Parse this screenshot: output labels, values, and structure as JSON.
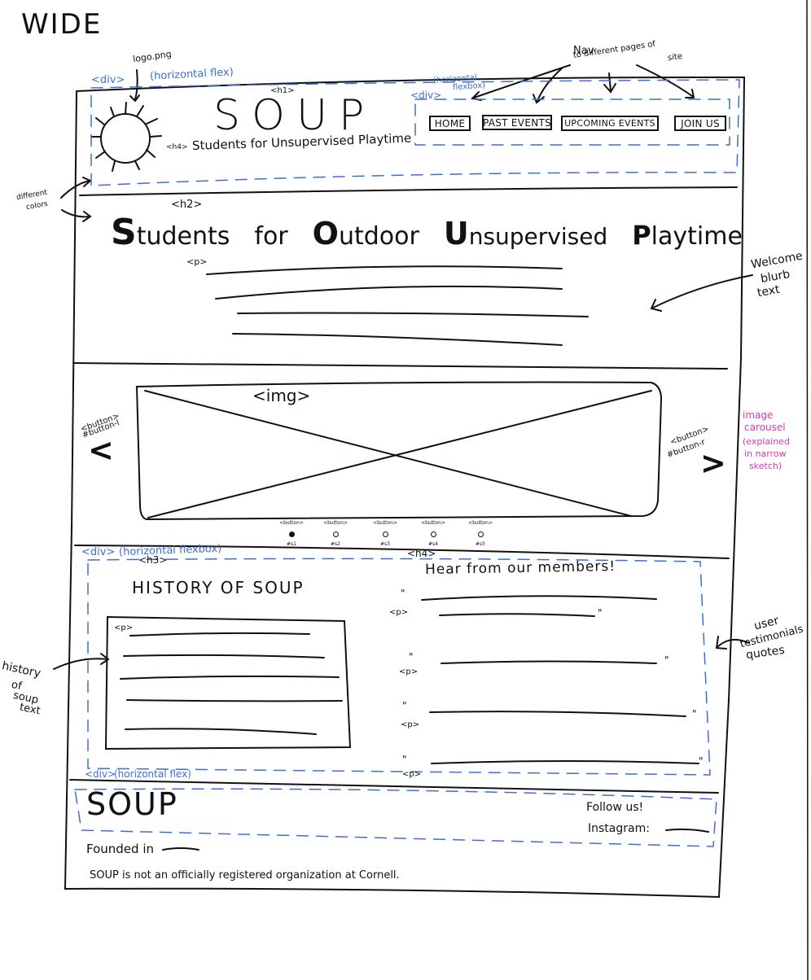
{
  "title": "WIDE",
  "header": {
    "logo_label": "logo.png",
    "div_tag": "<div>",
    "flex_note": "(horizontal flex)",
    "h1_tag": "<h1>",
    "site_title": "SOUP",
    "subtitle_tag": "<h4>",
    "subtitle": "Students for Unsupervised Playtime",
    "nav_div_tag": "<div>",
    "nav_flex_note": [
      "(horizontal",
      "flexbox)"
    ],
    "nav_note_title": "Nav",
    "nav_note_sub": [
      "to different pages of",
      "site"
    ],
    "nav": [
      "HOME",
      "PAST EVENTS",
      "UPCOMING EVENTS",
      "JOIN US"
    ]
  },
  "colors_note": [
    "different",
    "colors"
  ],
  "welcome": {
    "h2_tag": "<h2>",
    "heading_parts": [
      {
        "initial": "S",
        "rest": "tudents"
      },
      {
        "initial": "",
        "rest": "for"
      },
      {
        "initial": "O",
        "rest": "utdoor"
      },
      {
        "initial": "U",
        "rest": "nsupervised"
      },
      {
        "initial": "P",
        "rest": "laytime"
      }
    ],
    "p_tag": "<p>",
    "blurb_note": [
      "Welcome",
      "blurb",
      "text"
    ]
  },
  "carousel": {
    "img_tag": "<img>",
    "left_tag": [
      "<button>",
      "#button-l"
    ],
    "right_tag": [
      "<button>",
      "#button-r"
    ],
    "left_arrow": "<",
    "right_arrow": ">",
    "note": [
      "image",
      "carousel",
      "(explained",
      "in narrow",
      "sketch)"
    ],
    "dots": [
      {
        "tag": "<button>",
        "id": "#s1",
        "active": true
      },
      {
        "tag": "<button>",
        "id": "#s2",
        "active": false
      },
      {
        "tag": "<button>",
        "id": "#s3",
        "active": false
      },
      {
        "tag": "<button>",
        "id": "#s4",
        "active": false
      },
      {
        "tag": "<button>",
        "id": "#s5",
        "active": false
      }
    ]
  },
  "content": {
    "div_tag": "<div>",
    "flex_note": "(horizontal flexbox)",
    "h3_tag": "<h3>",
    "history_heading": "HISTORY OF SOUP",
    "history_p_tag": "<p>",
    "history_note": [
      "history",
      "of",
      "soup",
      "text"
    ],
    "h4_tag": "<h4>",
    "testimonials_heading": "Hear from our members!",
    "p_tag": "<p>",
    "open_quote": "\"",
    "close_quote": "\"",
    "testimonials_note": [
      "user",
      "testimonials",
      "quotes"
    ]
  },
  "footer": {
    "div_tag": "<div>",
    "flex_note": "(horizontal flex)",
    "title": "SOUP",
    "follow": "Follow us!",
    "instagram": "Instagram:",
    "founded": "Founded in",
    "disclaimer": "SOUP is not an officially registered organization at Cornell."
  }
}
